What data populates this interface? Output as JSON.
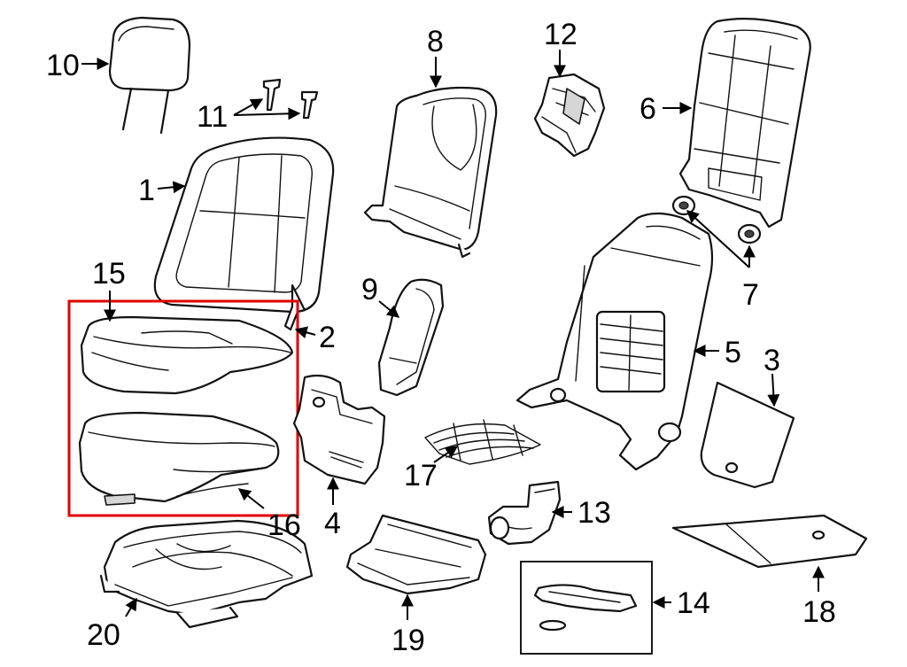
{
  "colors": {
    "highlight": "#e00000",
    "line": "#111111",
    "background": "#ffffff"
  },
  "callouts": [
    {
      "id": "p1",
      "label": "1"
    },
    {
      "id": "p2",
      "label": "2"
    },
    {
      "id": "p3",
      "label": "3"
    },
    {
      "id": "p4",
      "label": "4"
    },
    {
      "id": "p5",
      "label": "5"
    },
    {
      "id": "p6",
      "label": "6"
    },
    {
      "id": "p7",
      "label": "7"
    },
    {
      "id": "p8",
      "label": "8"
    },
    {
      "id": "p9",
      "label": "9"
    },
    {
      "id": "p10",
      "label": "10"
    },
    {
      "id": "p11",
      "label": "11"
    },
    {
      "id": "p12",
      "label": "12"
    },
    {
      "id": "p13",
      "label": "13"
    },
    {
      "id": "p14",
      "label": "14"
    },
    {
      "id": "p15",
      "label": "15"
    },
    {
      "id": "p16",
      "label": "16"
    },
    {
      "id": "p17",
      "label": "17"
    },
    {
      "id": "p18",
      "label": "18"
    },
    {
      "id": "p19",
      "label": "19"
    },
    {
      "id": "p20",
      "label": "20"
    }
  ]
}
